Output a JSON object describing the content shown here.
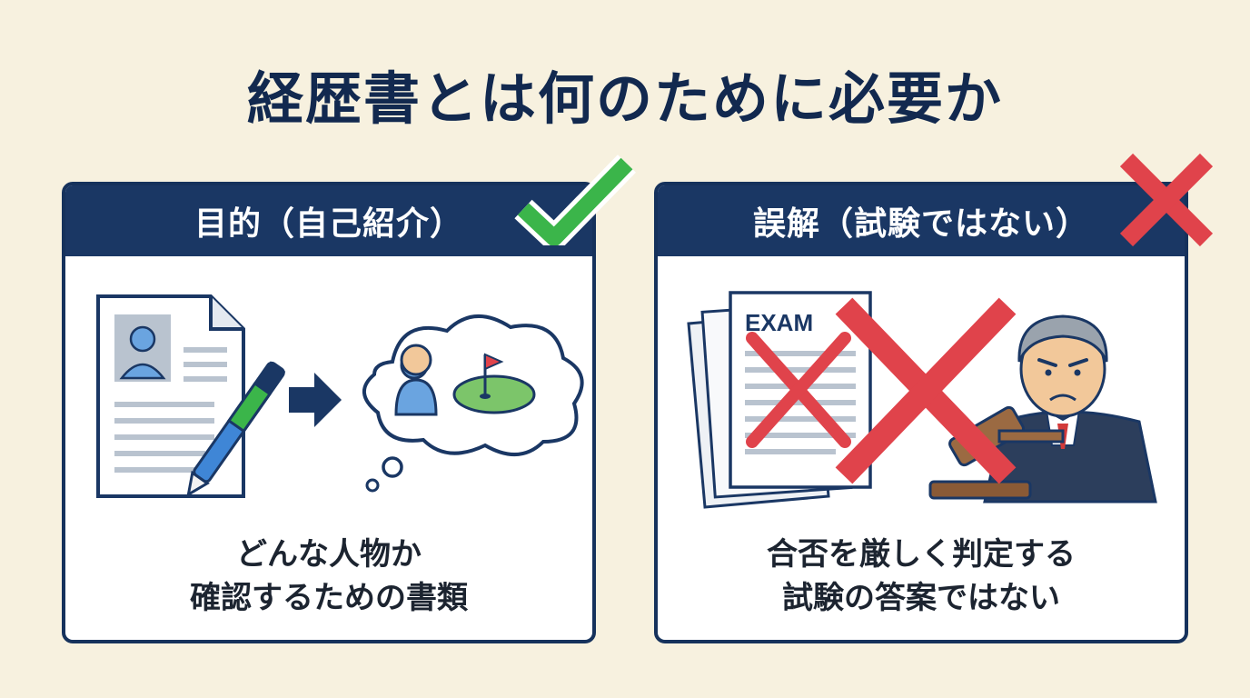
{
  "title": "経歴書とは何のために必要か",
  "panels": {
    "left": {
      "header": "目的（自己紹介）",
      "caption_line1": "どんな人物か",
      "caption_line2": "確認するための書類",
      "badge_icon": "checkmark-icon"
    },
    "right": {
      "header": "誤解（試験ではない）",
      "caption_line1": "合否を厳しく判定する",
      "caption_line2": "試験の答案ではない",
      "exam_label": "EXAM",
      "badge_icon": "cross-icon"
    }
  },
  "colors": {
    "background": "#f7f1df",
    "navy": "#1a3764",
    "check_green": "#3bb54a",
    "cross_red": "#e0434b"
  }
}
